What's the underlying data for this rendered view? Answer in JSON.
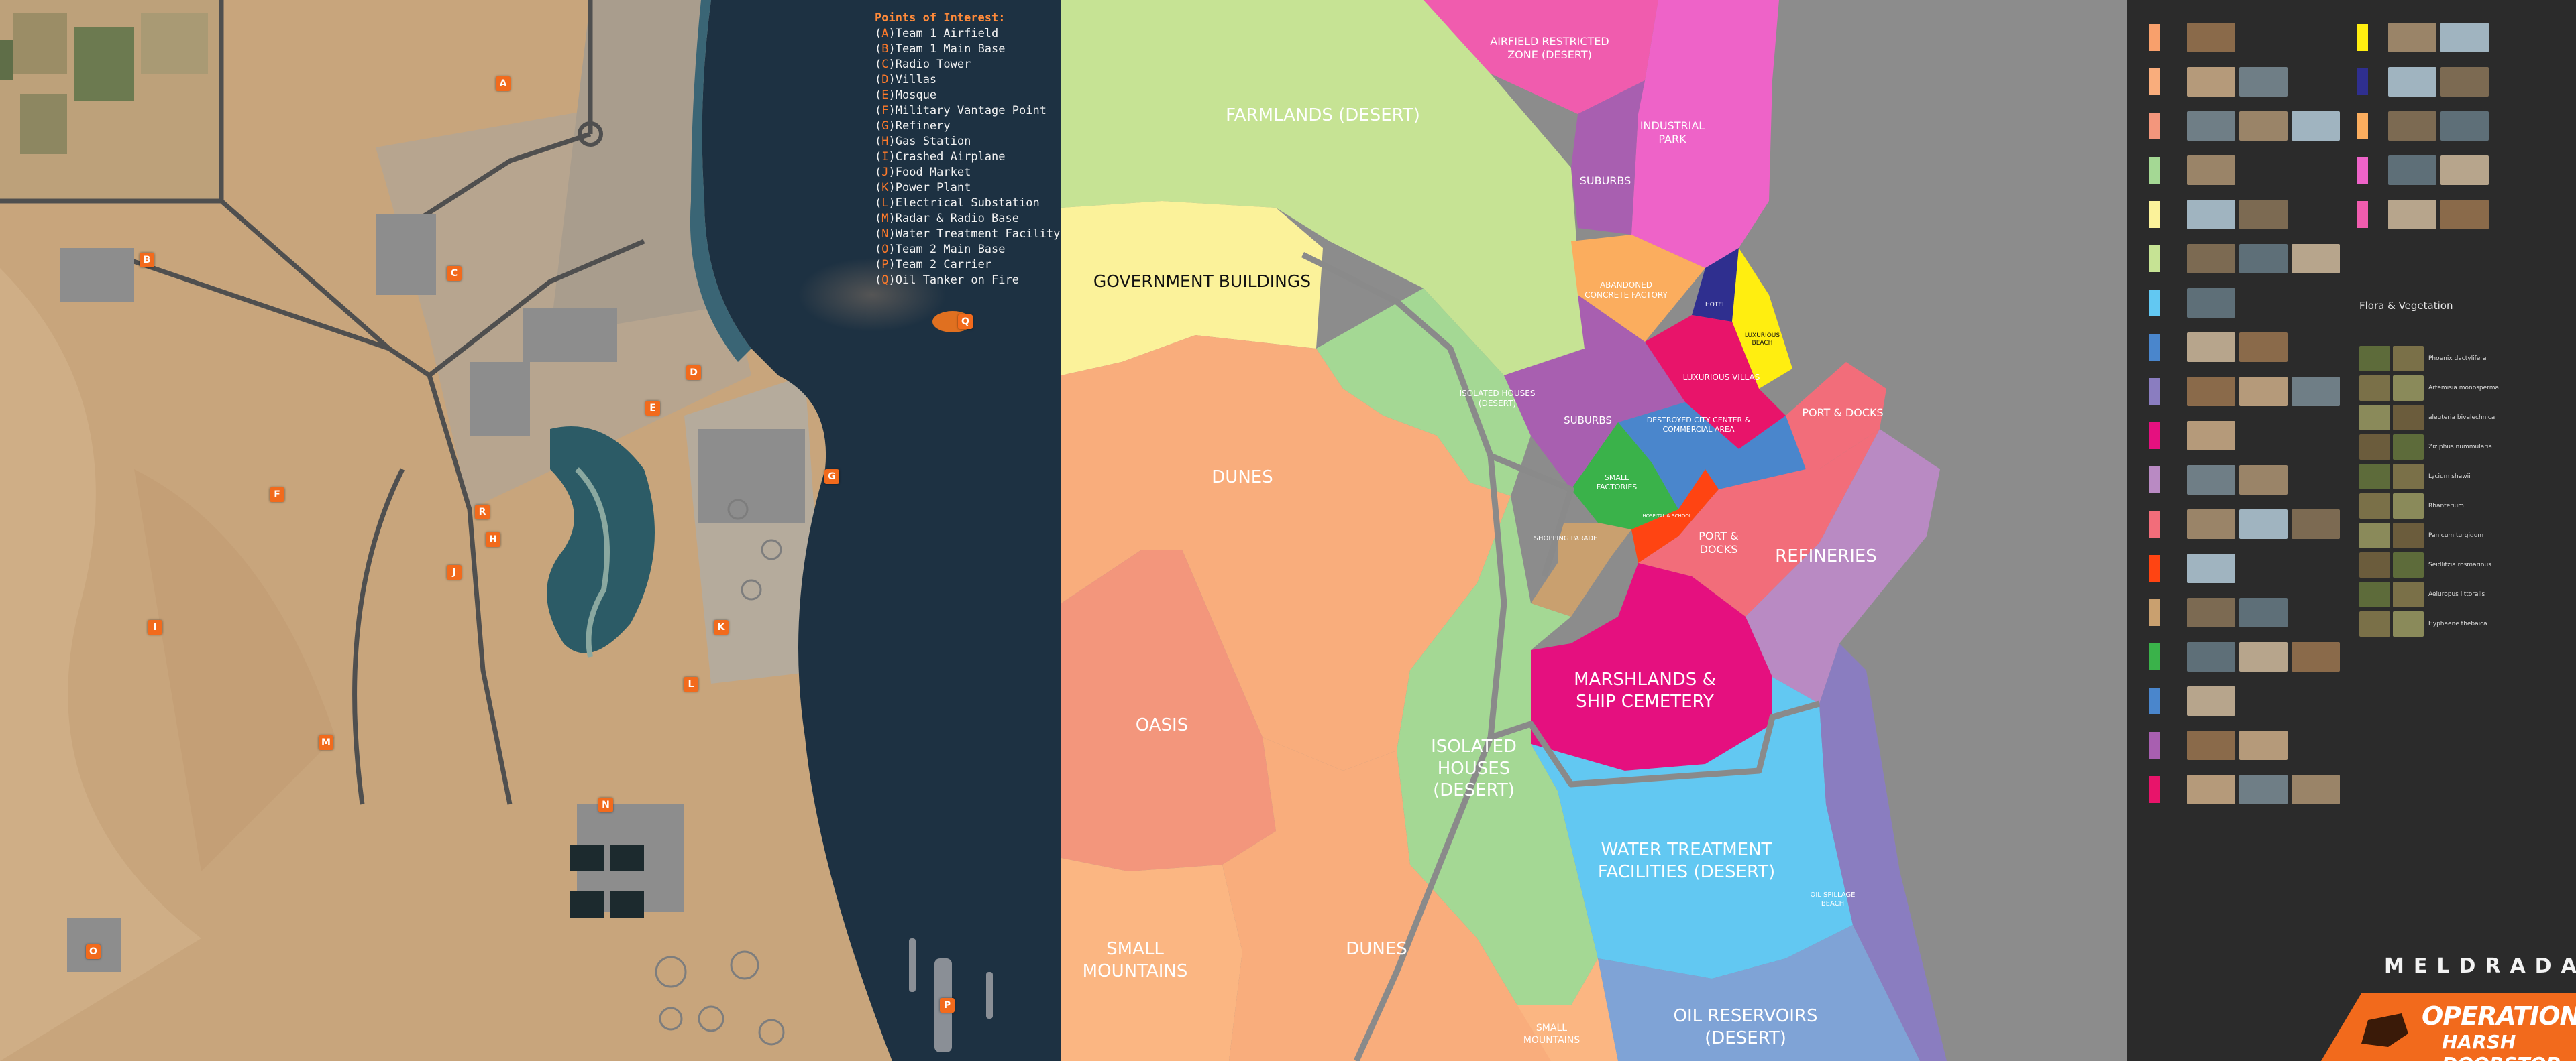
{
  "satellite": {
    "poi_header": "Points of Interest:",
    "points": [
      {
        "letter": "A",
        "name": "Team 1 Airfield"
      },
      {
        "letter": "B",
        "name": "Team 1 Main Base"
      },
      {
        "letter": "C",
        "name": "Radio Tower"
      },
      {
        "letter": "D",
        "name": "Villas"
      },
      {
        "letter": "E",
        "name": "Mosque"
      },
      {
        "letter": "F",
        "name": "Military Vantage Point"
      },
      {
        "letter": "G",
        "name": "Refinery"
      },
      {
        "letter": "H",
        "name": "Gas Station"
      },
      {
        "letter": "I",
        "name": "Crashed Airplane"
      },
      {
        "letter": "J",
        "name": "Food Market"
      },
      {
        "letter": "K",
        "name": "Power Plant"
      },
      {
        "letter": "L",
        "name": "Electrical Substation"
      },
      {
        "letter": "M",
        "name": "Radar & Radio Base"
      },
      {
        "letter": "N",
        "name": "Water Treatment Facility"
      },
      {
        "letter": "O",
        "name": "Team 2 Main Base"
      },
      {
        "letter": "P",
        "name": "Team 2 Carrier"
      },
      {
        "letter": "Q",
        "name": "Oil Tanker on Fire"
      }
    ],
    "extra_marker": "R"
  },
  "zones": [
    {
      "key": "airfield",
      "label": "AIRFIELD RESTRICTED ZONE (DESERT)",
      "color": "#f05cae"
    },
    {
      "key": "industrial",
      "label": "INDUSTRIAL PARK",
      "color": "#ee63c8"
    },
    {
      "key": "farmlands",
      "label": "FARMLANDS (DESERT)",
      "color": "#c6e394"
    },
    {
      "key": "suburbs1",
      "label": "SUBURBS",
      "color": "#a85fb0"
    },
    {
      "key": "government",
      "label": "GOVERNMENT BUILDINGS",
      "color": "#fbf29a"
    },
    {
      "key": "concrete",
      "label": "ABANDONED CONCRETE FACTORY",
      "color": "#fbad5e"
    },
    {
      "key": "hotel",
      "label": "HOTEL",
      "color": "#2f2f8f"
    },
    {
      "key": "lux_beach",
      "label": "LUXURIOUS BEACH",
      "color": "#ffee10"
    },
    {
      "key": "lux_villas",
      "label": "LUXURIOUS VILLAS",
      "color": "#e8146a"
    },
    {
      "key": "iso_houses1",
      "label": "ISOLATED HOUSES (DESERT)",
      "color": "#a4d894"
    },
    {
      "key": "suburbs2",
      "label": "SUBURBS",
      "color": "#a85fb0"
    },
    {
      "key": "city_center",
      "label": "DESTROYED CITY CENTER & COMMERCIAL AREA",
      "color": "#4a86cc"
    },
    {
      "key": "port1",
      "label": "PORT & DOCKS",
      "color": "#f26d7a"
    },
    {
      "key": "dunes1",
      "label": "DUNES",
      "color": "#f9ad7c"
    },
    {
      "key": "small_factories",
      "label": "SMALL FACTORIES",
      "color": "#3ab24a"
    },
    {
      "key": "hospital",
      "label": "HOSPITAL & SCHOOL",
      "color": "#ff4412"
    },
    {
      "key": "shopping",
      "label": "SHOPPING PARADE",
      "color": "#c9a06f"
    },
    {
      "key": "port2",
      "label": "PORT & DOCKS",
      "color": "#f26d7a"
    },
    {
      "key": "refineries",
      "label": "REFINERIES",
      "color": "#b98ac3"
    },
    {
      "key": "oasis",
      "label": "OASIS",
      "color": "#f3967c"
    },
    {
      "key": "marshlands",
      "label": "MARSHLANDS & SHIP CEMETERY",
      "color": "#e5107f"
    },
    {
      "key": "iso_houses2",
      "label": "ISOLATED HOUSES (DESERT)",
      "color": "#a4d894"
    },
    {
      "key": "water",
      "label": "WATER TREATMENT FACILITIES (DESERT)",
      "color": "#62c8f2"
    },
    {
      "key": "oil_beach",
      "label": "OIL SPILLAGE BEACH",
      "color": "#8a7dc0"
    },
    {
      "key": "small_mountains1",
      "label": "SMALL MOUNTAINS",
      "color": "#fbb682"
    },
    {
      "key": "dunes2",
      "label": "DUNES",
      "color": "#f9ad7c"
    },
    {
      "key": "small_mountains2",
      "label": "SMALL MOUNTAINS",
      "color": "#fbb682"
    },
    {
      "key": "oil_reservoirs",
      "label": "OIL RESERVOIRS (DESERT)",
      "color": "#7fa3d6"
    }
  ],
  "legend": {
    "flora_title": "Flora & Vegetation",
    "flora": [
      "Phoenix dactylifera",
      "Artemisia monosperma",
      "aleuteria bivalechnica",
      "Ziziphus nummularia",
      "Lycium shawii",
      "Rhanterium",
      "Panicum turgidum",
      "Seidlitzia rosmarinus",
      "Aeluropus littoralis",
      "Hyphaene thebaica"
    ],
    "swatch_colors": [
      "#f8a06c",
      "#f9ad7c",
      "#f3967c",
      "#a4d894",
      "#fbf29a",
      "#c6e394",
      "#62c8f2",
      "#4a86cc",
      "#8a7dc0",
      "#e5107f",
      "#b98ac3",
      "#f26d7a",
      "#ff4412",
      "#c9a06f",
      "#3ab24a",
      "#4a86cc",
      "#a85fb0",
      "#e8146a"
    ],
    "swatch_colors_col2": [
      "#ffee10",
      "#2f2f8f",
      "#fbad5e",
      "#ee63c8",
      "#f05cae"
    ],
    "brand": "MELDRADA",
    "operation_title": "OPERATION",
    "operation_sub": "HARSH DOORSTOP"
  }
}
